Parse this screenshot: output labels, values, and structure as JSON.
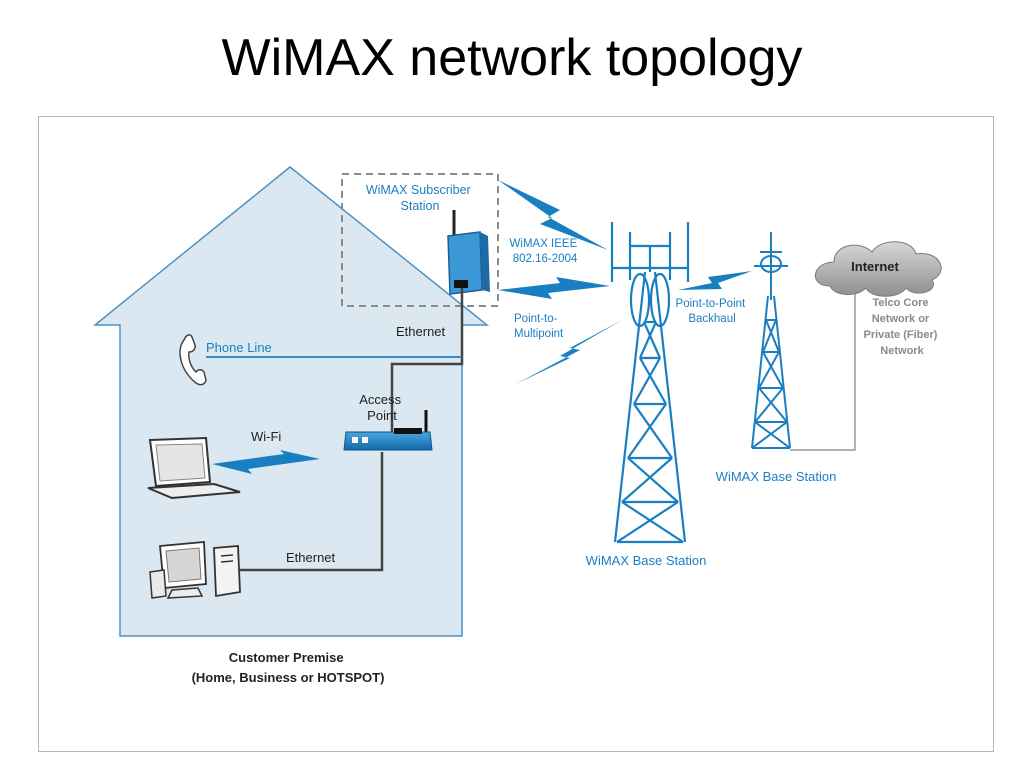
{
  "slide": {
    "title": "WiMAX network topology"
  },
  "labels": {
    "subscriber_station": [
      "WiMAX Subscriber",
      "Station"
    ],
    "ieee_standard": [
      "WiMAX IEEE",
      "802.16-2004"
    ],
    "point_to_multipoint": [
      "Point-to-",
      "Multipoint"
    ],
    "point_to_point": [
      "Point-to-Point",
      "Backhaul"
    ],
    "internet": "Internet",
    "telco": [
      "Telco Core",
      "Network or",
      "Private (Fiber)",
      "Network"
    ],
    "phone_line": "Phone Line",
    "ethernet_top": "Ethernet",
    "access_point": [
      "Access",
      "Point"
    ],
    "wifi": "Wi-Fi",
    "ethernet_bottom": "Ethernet",
    "base_station_main": "WiMAX Base Station",
    "base_station_backhaul": "WiMAX Base Station",
    "customer_premise": [
      "Customer Premise",
      "(Home, Business or HOTSPOT)"
    ]
  },
  "colors": {
    "blue": "#1a7fc1",
    "house_fill": "#dbe8f1",
    "house_stroke": "#4a93c6",
    "cloud": "#9a9a9a",
    "cable": "#555555"
  }
}
